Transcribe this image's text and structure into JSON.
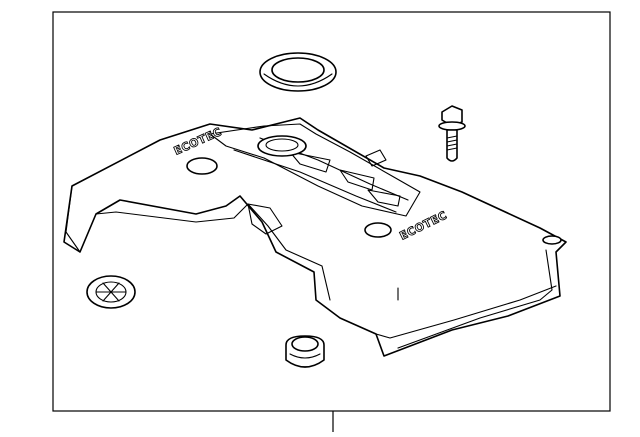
{
  "diagram": {
    "colors": {
      "line": "#000000",
      "background": "#ffffff",
      "frame": "#000000"
    },
    "cover_text_left": "ECOTEC",
    "cover_text_right": "ECOTEC",
    "parts": [
      "engine-cover",
      "grommet-ring",
      "mounting-bolt",
      "retainer-clip",
      "rubber-insulator"
    ]
  }
}
